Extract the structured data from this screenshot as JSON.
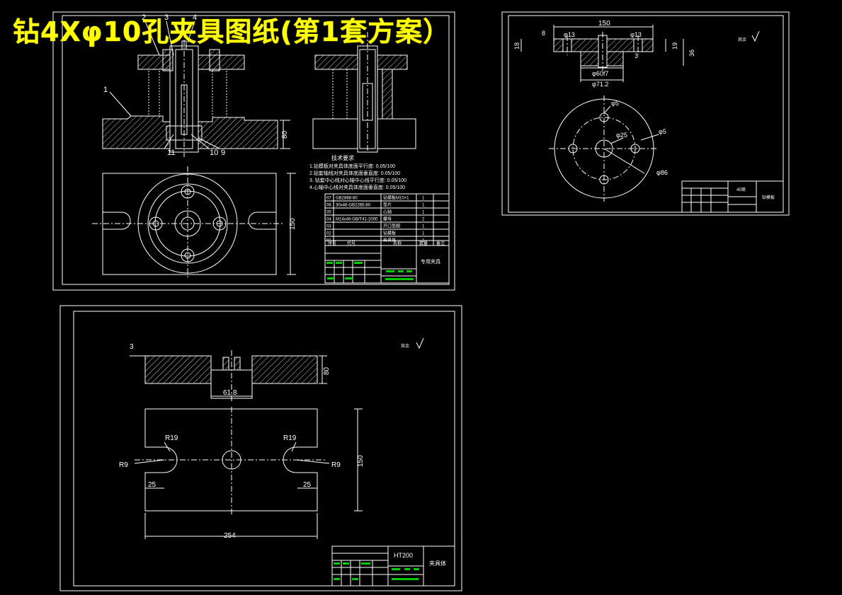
{
  "page": {
    "title": "钻4Xφ10孔夹具图纸(第1套方案）"
  },
  "colors": {
    "background": "#000000",
    "line": "#ffffff",
    "dim": "#d0d0d0",
    "title": "#ffff00",
    "title_block_accent": "#00cc00"
  },
  "sheet_assembly": {
    "part_labels": [
      "2",
      "3",
      "4",
      "1",
      "11",
      "10",
      "9"
    ],
    "dim_height": "80",
    "dim_width": "150",
    "notes_title": "技术要求",
    "notes": [
      "1.钻模板对夹具体底面平行度: 0.05/100",
      "2.钻套轴线对夹具体底面垂直度: 0.05/100",
      "3. 钻套中心线对心轴中心线平行度: 0.05/100",
      "4.心轴中心线对夹具体底面垂直度: 0.05/100"
    ],
    "bom_rows": [
      {
        "no": "07",
        "code": "GB2868-80",
        "name": "钻模板M10×1",
        "qty": "1"
      },
      {
        "no": "06",
        "code": "30x46-GB2265-80",
        "name": "垫片",
        "qty": "1"
      },
      {
        "no": "05",
        "code": "",
        "name": "心轴",
        "qty": "1"
      },
      {
        "no": "04",
        "code": "M14x46-GB/T41-2000",
        "name": "螺母",
        "qty": "2"
      },
      {
        "no": "03",
        "code": "",
        "name": "开口垫圈",
        "qty": "1"
      },
      {
        "no": "02",
        "code": "",
        "name": "钻模板",
        "qty": "1"
      },
      {
        "no": "01",
        "code": "",
        "name": "夹具体",
        "qty": "1"
      }
    ],
    "bom_header": {
      "no": "序号",
      "code": "代号",
      "name": "名称",
      "qty": "数量",
      "note": "备注"
    },
    "block_title": "专用夹具"
  },
  "sheet_drill_plate": {
    "dims": {
      "overall_width": "150",
      "hole_left": "φ13",
      "hole_right": "φ13",
      "h18": "18",
      "h19": "19",
      "h36": "36",
      "d60": "φ60f7",
      "d71": "φ71.2",
      "d3": "3",
      "dim8": "8",
      "bore": "φ25",
      "hole_small_top": "φ5",
      "hole_small_right": "φ5",
      "pcd": "φ86"
    },
    "roughness": "其余",
    "material": "45钢",
    "block_title": "钻模板"
  },
  "sheet_body": {
    "dims": {
      "label3": "3",
      "h80": "80",
      "w618": "61.8",
      "r19_left": "R19",
      "r19_right": "R19",
      "r9_left": "R9",
      "r9_right": "R9",
      "w25_left": "25",
      "w25_right": "25",
      "h150": "150",
      "w254": "254"
    },
    "roughness": "其余",
    "material": "HT200",
    "block_title": "夹具体"
  }
}
